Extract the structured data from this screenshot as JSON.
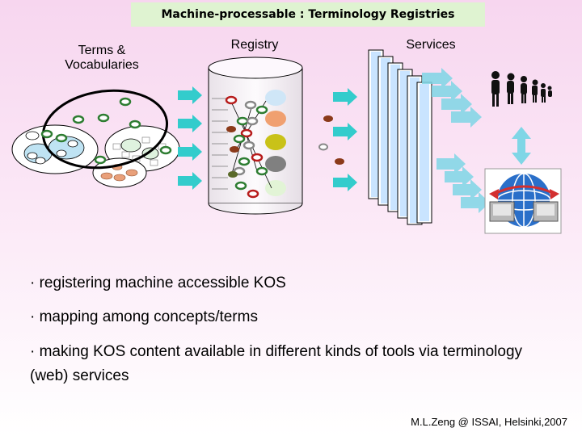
{
  "title": "Machine-processable : Terminology Registries",
  "labels": {
    "terms": "Terms & Vocabularies",
    "registry": "Registry",
    "services": "Services"
  },
  "bullets": [
    "· registering machine accessible KOS",
    "· mapping among concepts/terms",
    "· making KOS content available in different kinds of tools via terminology (web) services"
  ],
  "credit": "M.L.Zeng @ ISSAI, Helsinki,2007",
  "colors": {
    "arrow": "#33cccc",
    "cylinder": "#fbf5fb",
    "ring_green": "#2e7d32",
    "ring_red": "#b71c1c",
    "ring_grey": "#888888"
  }
}
